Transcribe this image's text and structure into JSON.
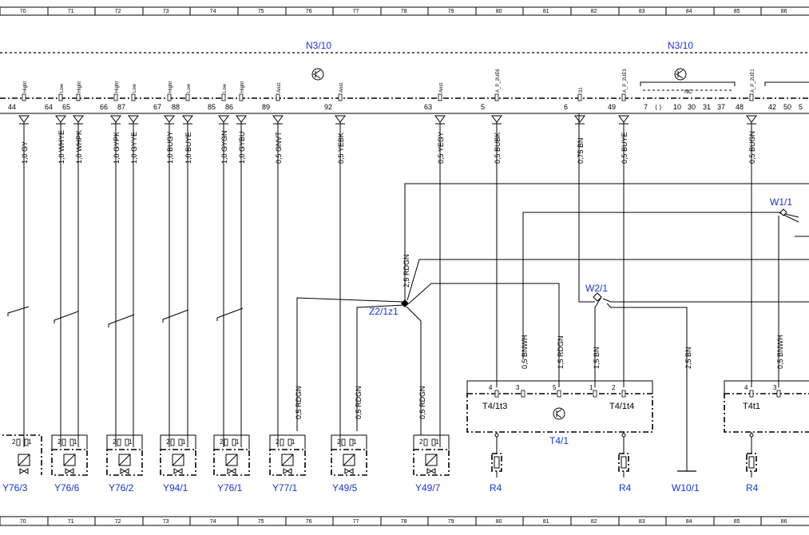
{
  "grid": {
    "columns": [
      "70",
      "71",
      "72",
      "73",
      "74",
      "75",
      "76",
      "77",
      "78",
      "79",
      "80",
      "81",
      "82",
      "83",
      "84",
      "85",
      "86"
    ]
  },
  "modules": [
    {
      "label": "N3/10"
    },
    {
      "label": "N3/10"
    }
  ],
  "connector_pins": [
    {
      "pin": "44",
      "signal": "Hight"
    },
    {
      "pin": "64",
      "signal": "Low"
    },
    {
      "pin": "65",
      "signal": "Hight"
    },
    {
      "pin": "66",
      "signal": "Hight"
    },
    {
      "pin": "87",
      "signal": "Low"
    },
    {
      "pin": "67",
      "signal": "Hight"
    },
    {
      "pin": "88",
      "signal": "Low"
    },
    {
      "pin": "85",
      "signal": "Low"
    },
    {
      "pin": "86",
      "signal": "Hight"
    },
    {
      "pin": "89",
      "signal": "Anst."
    },
    {
      "pin": "92",
      "signal": "Anst."
    },
    {
      "pin": "63",
      "signal": "Anst."
    },
    {
      "pin": "5",
      "signal": "A_P_2UE6"
    },
    {
      "pin": "6",
      "signal": "31"
    },
    {
      "pin": "49",
      "signal": "A_P_2UE3"
    },
    {
      "pin": "48",
      "signal": "A_P_2UE1"
    }
  ],
  "nc_block": {
    "label": "NC",
    "pins": [
      "7",
      "10",
      "30",
      "31",
      "37"
    ]
  },
  "extra_pins": [
    "42",
    "50",
    "5"
  ],
  "top_wires": [
    "1,0 GY",
    "1,0 WHYE",
    "1,0 WHPK",
    "1,0 GYPK",
    "1,0 GYYE",
    "1,0 BUGY",
    "1,0 BUYE",
    "1,0 GYGN",
    "1,0 GYBU",
    "0,5 GNVT",
    "0,5 YEBK",
    "0,5 YEGY",
    "0,5 BUBK",
    "0,75 BN",
    "0,5 BUYE",
    "0,5 BUGN"
  ],
  "mid_wires": [
    "2,5 RDGN",
    "0,5 BNWH",
    "1,5 RDGN",
    "1,5 BN",
    "2,5 BN",
    "0,5 BNWH"
  ],
  "low_wires": [
    "0,5 RDGN",
    "0,5 RDGN",
    "0,5 RDGN"
  ],
  "splices": [
    {
      "label": "Z2/1z1"
    },
    {
      "label": "W2/1"
    },
    {
      "label": "W1/1"
    }
  ],
  "relay_blocks": [
    {
      "label": "T4/1t3"
    },
    {
      "label": "T4/1t4"
    },
    {
      "label": "T4/1"
    },
    {
      "label": "T4t1"
    }
  ],
  "block_pins": [
    "4",
    "3",
    "5",
    "1",
    "2",
    "4",
    "3"
  ],
  "components": [
    {
      "label": "Y76/3"
    },
    {
      "label": "Y76/6"
    },
    {
      "label": "Y76/2"
    },
    {
      "label": "Y94/1"
    },
    {
      "label": "Y76/1"
    },
    {
      "label": "Y77/1"
    },
    {
      "label": "Y49/5"
    },
    {
      "label": "Y49/7"
    },
    {
      "label": "R4"
    },
    {
      "label": "R4"
    },
    {
      "label": "W10/1"
    },
    {
      "label": "R4"
    }
  ],
  "valve_pins": [
    "2",
    "1"
  ],
  "colors": {
    "label_blue": "#1a33d6",
    "line": "#000000"
  }
}
